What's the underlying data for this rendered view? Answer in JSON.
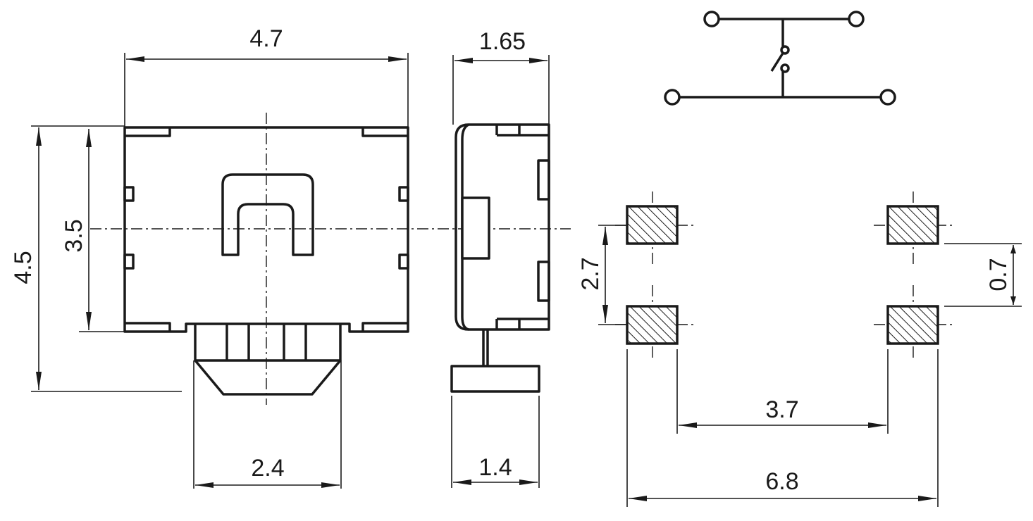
{
  "dimensions": {
    "top_width": "4.7",
    "side_depth": "1.65",
    "overall_height": "4.5",
    "body_height": "3.5",
    "actuator_width": "2.4",
    "side_base_depth": "1.4",
    "pad_pitch_vertical": "2.7",
    "pad_height": "0.7",
    "pad_inner_span": "3.7",
    "pad_outer_span": "6.8"
  }
}
